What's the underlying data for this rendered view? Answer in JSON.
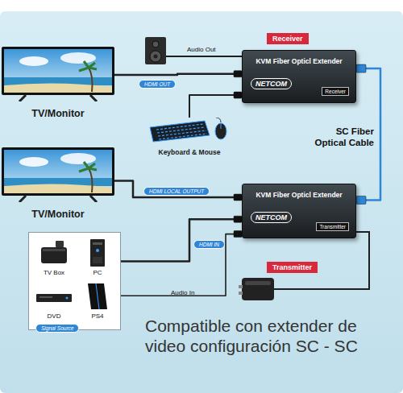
{
  "diagram": {
    "caption": "Compatible con extender de video configuración SC - SC",
    "nodes": [
      {
        "text": [
          "TV/Monitor"
        ]
      },
      {
        "text": [
          "Receiver",
          "KVM Fiber Opticl Extender",
          "NETCOM",
          "Receiver"
        ]
      },
      {
        "text": [
          "Keyboard & Mouse"
        ]
      },
      {
        "text": [
          "TV/Monitor"
        ]
      },
      {
        "text": [
          "KVM Fiber Opticl Extender",
          "NETCOM",
          "Transmitter",
          "Transmitter"
        ]
      },
      {
        "text": [
          "Signal Source"
        ]
      },
      {
        "text": [
          "TV Box"
        ],
        "in": 5
      },
      {
        "text": [
          "PC"
        ],
        "in": 5
      },
      {
        "text": [
          "DVD"
        ],
        "in": 5
      },
      {
        "text": [
          "PS4"
        ],
        "in": 5
      }
    ],
    "edges": [
      {
        "from": 1,
        "to": 0,
        "label": "HDMI OUT",
        "arrow": "none"
      },
      {
        "from": 2,
        "to": 1,
        "arrow": "none"
      },
      {
        "from": 4,
        "to": 1,
        "label": "SC Fiber Optical Cable",
        "arrow": "none"
      },
      {
        "from": 4,
        "to": 3,
        "label": "HDMI LOCAL OUTPUT",
        "arrow": "none"
      },
      {
        "from": 5,
        "to": 4,
        "label": "HDMI IN",
        "arrow": "none"
      },
      {
        "from": 5,
        "to": 4,
        "label": "Audio In",
        "arrow": "none"
      }
    ],
    "labels": [
      "Audio Out"
    ]
  }
}
